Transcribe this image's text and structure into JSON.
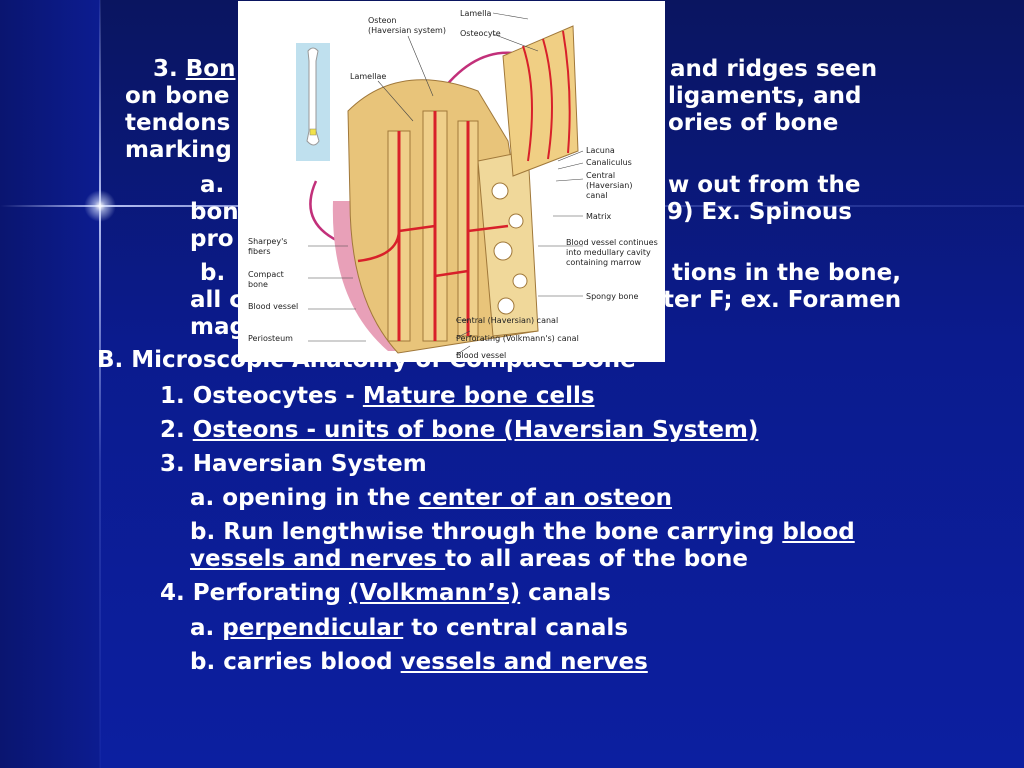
{
  "background": {
    "main": "#0b1a8c",
    "accent_line": "#c8d2ff"
  },
  "lines": {
    "l1": {
      "prefix": "3. ",
      "underlined": "Bon",
      "tail": " and ridges seen"
    },
    "l2": {
      "text": "on bone",
      "tail": "ligaments, and"
    },
    "l3": {
      "text": "tendons",
      "tail": "ories of bone"
    },
    "l4": {
      "text": "marking"
    },
    "l5": {
      "prefix": "a. ",
      "tail": "w out from the"
    },
    "l6": {
      "text": "bon",
      "tail": "9) Ex. Spinous"
    },
    "l7": {
      "text": "pro"
    },
    "l8": {
      "prefix": "b. ",
      "tail": "tions in the bone,"
    },
    "l9": {
      "text": "all c",
      "tail": "ter F; ex.  Foramen"
    },
    "l10": {
      "text": "mag"
    },
    "section_b": "B.  Microscopic Anatomy of Compact Bone",
    "i1": {
      "prefix": "1.  Osteocytes - ",
      "underlined": "Mature bone cells"
    },
    "i2": {
      "prefix": "2.  ",
      "underlined": "Osteons - units of bone (Haversian System)"
    },
    "i3": {
      "text": "3.  Haversian System"
    },
    "i3a": {
      "prefix": "a. opening in the ",
      "underlined": "center of an osteon"
    },
    "i3b1": {
      "prefix": "b. Run lengthwise through the bone carrying ",
      "underlined": "blood"
    },
    "i3b2": {
      "underlined": "vessels and nerves ",
      "tail": "to all areas of the bone"
    },
    "i4": {
      "prefix": "4.  Perforating ",
      "underlined": "(Volkmann’s)",
      "tail": " canals"
    },
    "i4a": {
      "prefix": "a. ",
      "underlined": "perpendicular",
      "tail": " to central canals"
    },
    "i4b": {
      "prefix": "b. carries blood ",
      "underlined": "vessels and nerves"
    }
  },
  "figure": {
    "labels": {
      "osteon": "Osteon",
      "haversian_system": "(Haversian system)",
      "lamella": "Lamella",
      "osteocyte": "Osteocyte",
      "lamellae": "Lamellae",
      "lacuna": "Lacuna",
      "canaliculus": "Canaliculus",
      "central": "Central",
      "haversian_paren": "(Haversian)",
      "canal": "canal",
      "matrix": "Matrix",
      "bv_continues": "Blood vessel continues",
      "into_medullary": "into medullary cavity",
      "containing_marrow": "containing marrow",
      "sharpeys": "Sharpey's",
      "fibers": "fibers",
      "compact": "Compact",
      "bone": "bone",
      "blood_vessel": "Blood vessel",
      "spongy_bone": "Spongy bone",
      "periosteum": "Periosteum",
      "central_canal": "Central (Haversian) canal",
      "perforating_canal": "Perforating (Volkmann's) canal",
      "blood_vessel_bottom": "Blood vessel"
    }
  }
}
